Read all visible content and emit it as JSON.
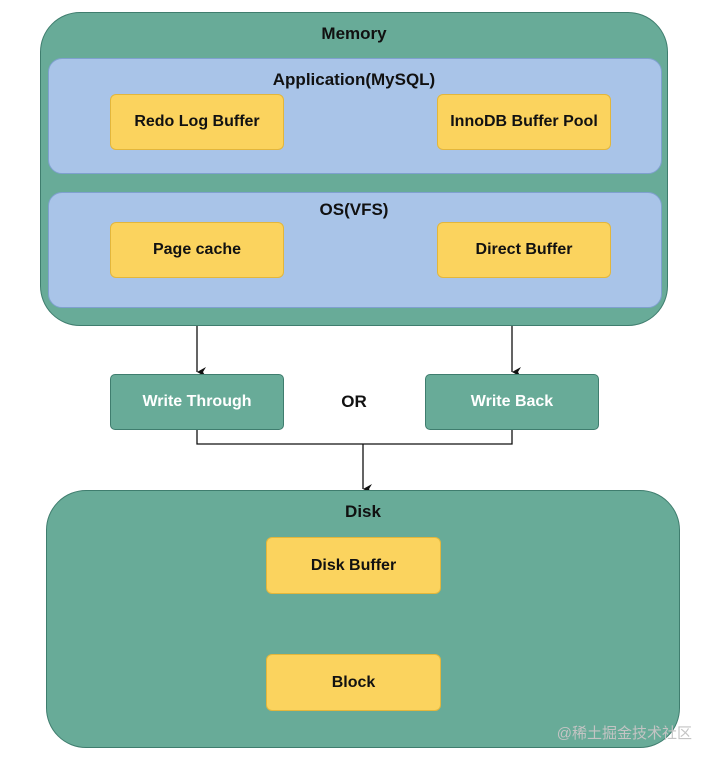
{
  "memory": {
    "title": "Memory",
    "application": {
      "title": "Application(MySQL)",
      "items": [
        "Redo Log Buffer",
        "InnoDB Buffer Pool"
      ]
    },
    "os": {
      "title": "OS(VFS)",
      "items": [
        "Page cache",
        "Direct Buffer"
      ]
    }
  },
  "write_modes": {
    "left": "Write Through",
    "separator": "OR",
    "right": "Write Back"
  },
  "disk": {
    "title": "Disk",
    "buffer": "Disk Buffer",
    "block": "Block"
  },
  "watermark": "@稀土掘金技术社区",
  "colors": {
    "container_green": "#68ab98",
    "panel_blue": "#a9c4e8",
    "item_yellow": "#fbd35e"
  }
}
